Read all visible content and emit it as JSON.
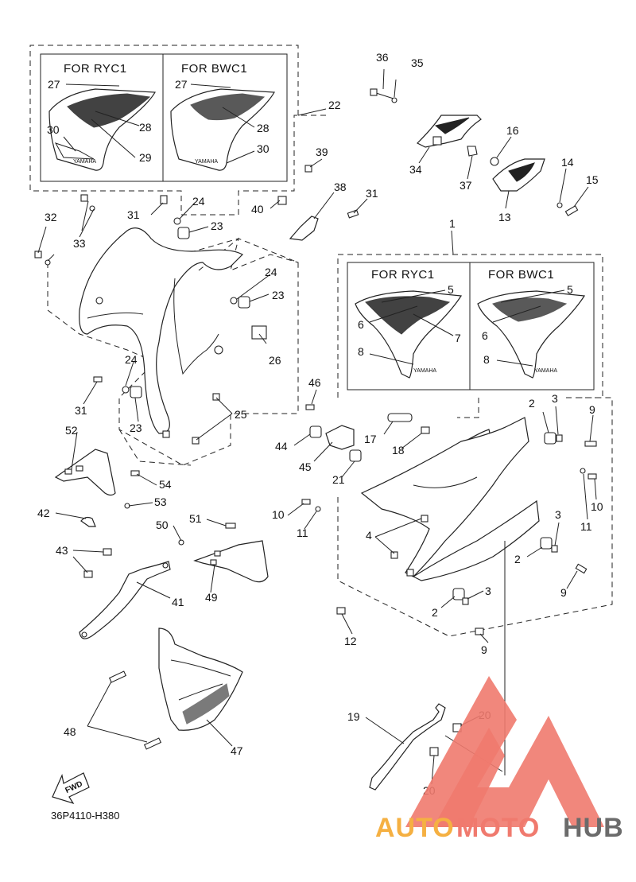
{
  "drawing": {
    "code": "36P4110-H380",
    "fwd_label": "FWD",
    "box_labels": {
      "ryc1": "FOR RYC1",
      "bwc1": "FOR BWC1"
    },
    "decal_brand": "YAMAHA"
  },
  "watermark": {
    "part1": "AUTO",
    "part2": "MOTO",
    "part3": "HUB",
    "colors": {
      "auto": "#f5b042",
      "moto": "#f07a6e",
      "hub": "#6b6b6b"
    }
  },
  "callouts": [
    "1",
    "2",
    "3",
    "4",
    "5",
    "6",
    "7",
    "8",
    "9",
    "10",
    "11",
    "12",
    "13",
    "14",
    "15",
    "16",
    "17",
    "18",
    "19",
    "20",
    "21",
    "22",
    "23",
    "24",
    "25",
    "26",
    "27",
    "28",
    "29",
    "30",
    "31",
    "32",
    "33",
    "34",
    "35",
    "36",
    "37",
    "38",
    "39",
    "40",
    "41",
    "42",
    "43",
    "44",
    "45",
    "46",
    "47",
    "48",
    "49",
    "50",
    "51",
    "52",
    "53",
    "54"
  ]
}
